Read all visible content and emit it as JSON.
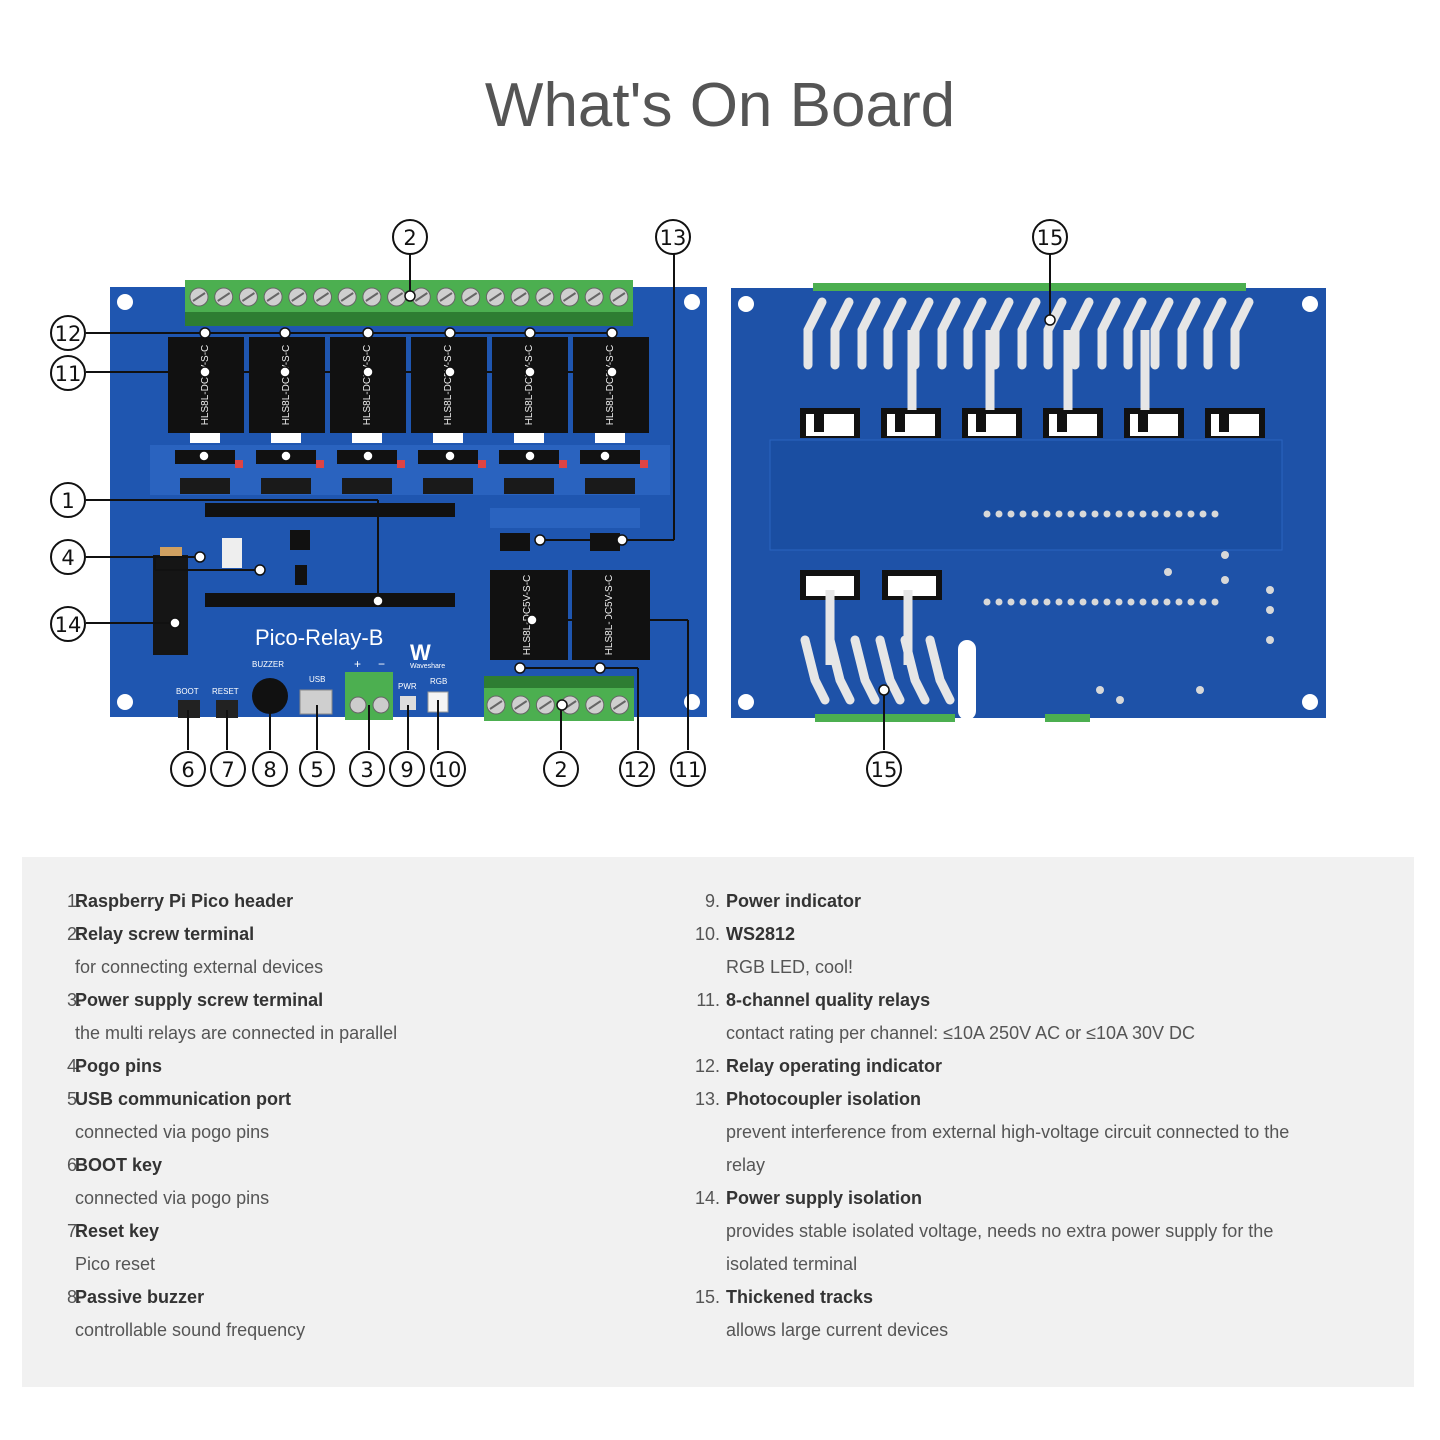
{
  "title": "What's On Board",
  "board": {
    "name": "Pico-Relay-B",
    "brand": "Waveshare",
    "silkscreen": {
      "boot": "BOOT",
      "reset": "RESET",
      "buzzer": "BUZZER",
      "usb": "USB",
      "pwr": "PWR",
      "rgb": "RGB",
      "plus": "+",
      "minus": "−"
    },
    "relay_marking": "HLS8L-DC5V-S-C"
  },
  "callouts": {
    "top": [
      "2",
      "13",
      "15"
    ],
    "left": [
      "12",
      "11",
      "1",
      "4",
      "14"
    ],
    "bottom": [
      "6",
      "7",
      "8",
      "5",
      "3",
      "9",
      "10",
      "2",
      "12",
      "11",
      "15"
    ]
  },
  "legend": {
    "left": [
      {
        "num": "1.",
        "title": "Raspberry Pi Pico header",
        "desc": []
      },
      {
        "num": "2.",
        "title": "Relay screw terminal",
        "desc": [
          "for connecting external devices"
        ]
      },
      {
        "num": "3.",
        "title": "Power supply screw terminal",
        "desc": [
          "the multi relays are connected in parallel"
        ]
      },
      {
        "num": "4.",
        "title": "Pogo pins",
        "desc": []
      },
      {
        "num": "5.",
        "title": "USB communication port",
        "desc": [
          "connected via pogo pins"
        ]
      },
      {
        "num": "6.",
        "title": "BOOT key",
        "desc": [
          "connected via pogo pins"
        ]
      },
      {
        "num": "7.",
        "title": "Reset key",
        "desc": [
          "Pico reset"
        ]
      },
      {
        "num": "8.",
        "title": "Passive buzzer",
        "desc": [
          "controllable sound frequency"
        ]
      }
    ],
    "right": [
      {
        "num": "9.",
        "title": "Power indicator",
        "desc": []
      },
      {
        "num": "10.",
        "title": "WS2812",
        "desc": [
          "RGB LED, cool!"
        ]
      },
      {
        "num": "11.",
        "title": "8-channel quality relays",
        "desc": [
          "contact rating per channel: ≤10A 250V AC or ≤10A 30V DC"
        ]
      },
      {
        "num": "12.",
        "title": "Relay operating indicator",
        "desc": []
      },
      {
        "num": "13.",
        "title": "Photocoupler isolation",
        "desc": [
          "prevent interference from external high-voltage circuit connected to the",
          "relay"
        ]
      },
      {
        "num": "14.",
        "title": "Power supply isolation",
        "desc": [
          "provides stable isolated voltage, needs no extra power supply for the",
          "isolated terminal"
        ]
      },
      {
        "num": "15.",
        "title": "Thickened tracks",
        "desc": [
          "allows large current devices"
        ]
      }
    ]
  }
}
